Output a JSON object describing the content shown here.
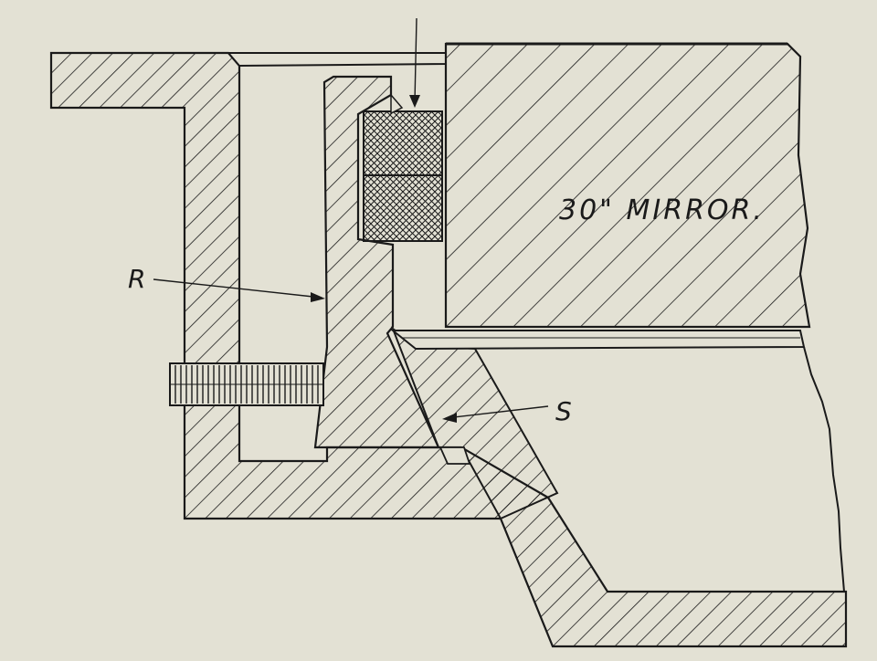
{
  "labels": {
    "mirror": "30\" MIRROR.",
    "r": "R",
    "s": "S"
  },
  "colors": {
    "paper": "#e3e1d4",
    "ink": "#1a1a1a"
  }
}
